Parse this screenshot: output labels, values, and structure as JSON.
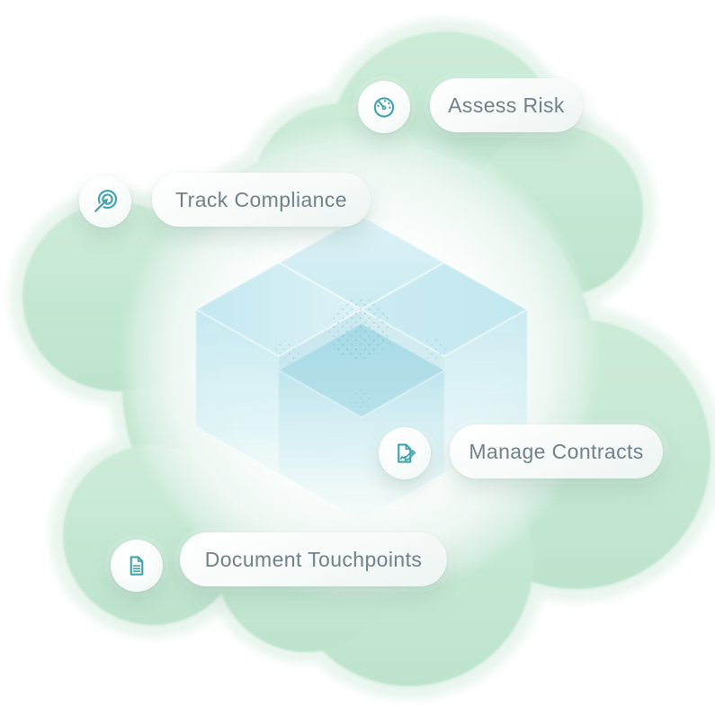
{
  "palette": {
    "canvas-bg": "#ffffff",
    "blob-green": "#bde3ce",
    "blob-green-light": "#cdecd9",
    "blob-halo": "#e6f4ec",
    "glow-white": "#ffffff",
    "icon-teal": "#3fa3ab",
    "label-text": "#71808a",
    "cube-top-pale": "#dcf3f7",
    "cube-top": "#c9ebf2",
    "cube-side": "#c2e8f0",
    "cube-side-deep": "#b9e3ec",
    "pit-floor": "#a3d9e6",
    "dot-teal": "#4aa99f"
  },
  "labels": [
    {
      "id": "assess-risk",
      "text": "Assess Risk",
      "icon": "gauge-icon"
    },
    {
      "id": "track-compliance",
      "text": "Track Compliance",
      "icon": "target-arrow-icon"
    },
    {
      "id": "manage-contracts",
      "text": "Manage Contracts",
      "icon": "contract-sign-icon"
    },
    {
      "id": "document-touchpoints",
      "text": "Document Touchpoints",
      "icon": "document-lines-icon"
    }
  ],
  "illustration": {
    "name": "isometric-cube-blocks",
    "description": "Three translucent isometric cubes around a sunken stippled center platform, on a soft white circular glow over an organic mint-green blob"
  }
}
